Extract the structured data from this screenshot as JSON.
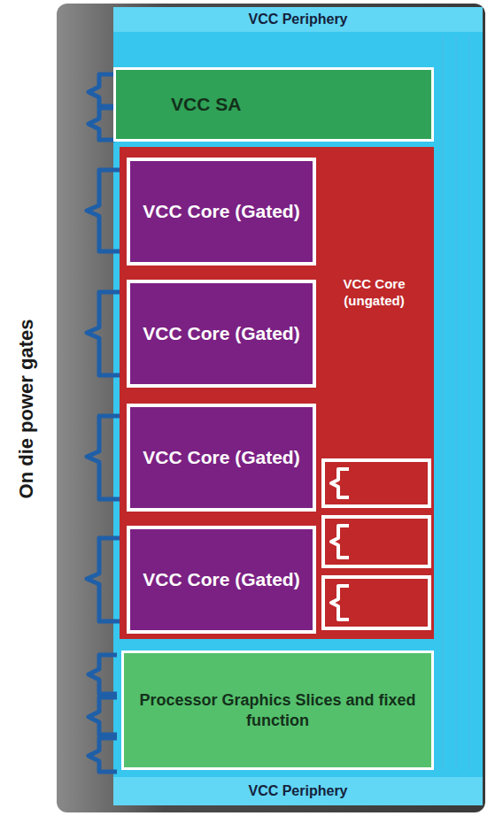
{
  "diagram": {
    "nodes": [
      {
        "text": [
          "VCC Periphery"
        ]
      },
      {
        "text": [
          "VCC SA"
        ]
      },
      {
        "text": [
          "VCC Core (ungated)"
        ]
      },
      {
        "text": [
          "VCC Core (Gated)"
        ],
        "in": 2
      },
      {
        "text": [
          "VCC Core (Gated)"
        ],
        "in": 2
      },
      {
        "text": [
          "VCC Core (Gated)"
        ],
        "in": 2
      },
      {
        "text": [
          "VCC Core (Gated)"
        ],
        "in": 2
      },
      {
        "text": [
          "Processor Graphics Slices and fixed function"
        ]
      },
      {
        "text": [
          "VCC Periphery"
        ]
      }
    ],
    "labels": [
      "On die power gates"
    ]
  }
}
